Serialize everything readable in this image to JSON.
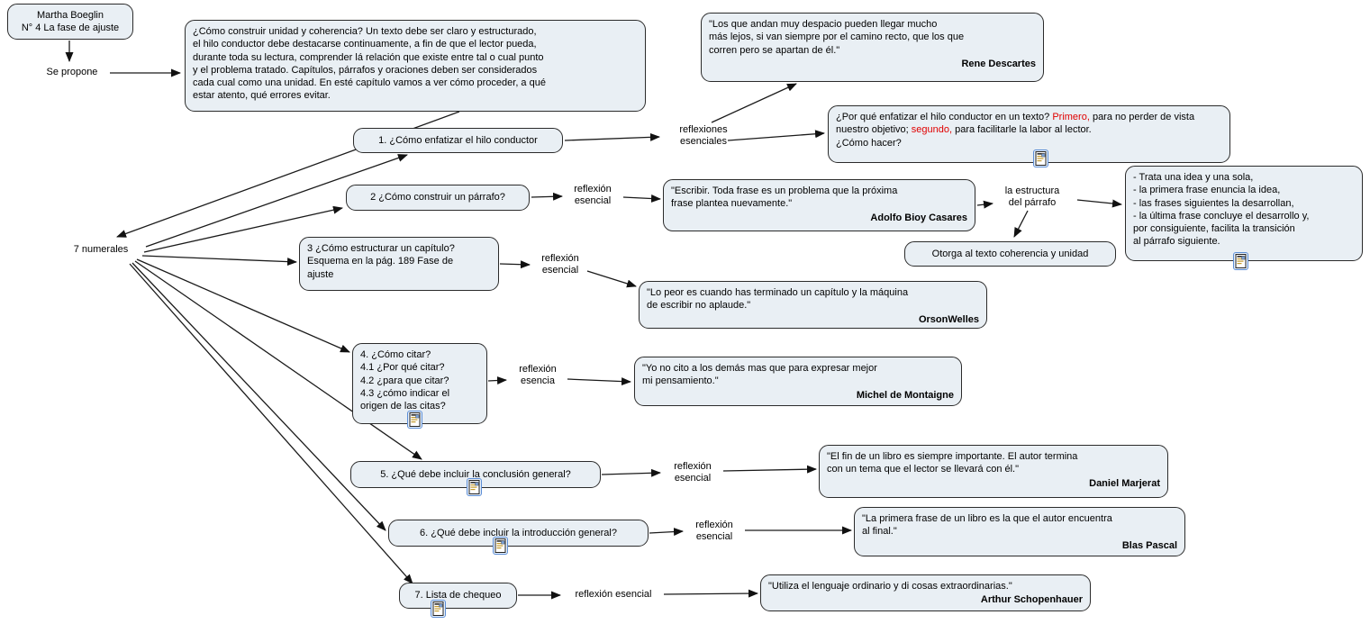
{
  "colors": {
    "box_fill": "#e9eff4",
    "box_border": "#2b2b2b",
    "red": "#e00000",
    "icon_frame": "#5c8ed6"
  },
  "title_box": {
    "text": "Martha Boeglin\nN° 4 La fase de ajuste"
  },
  "intro_box": {
    "text": "¿Cómo construir unidad y coherencia? Un texto debe ser claro y estructurado,\nel hilo conductor debe destacarse continuamente, a fin de que el lector pueda,\ndurante toda su lectura, comprender lá relación que existe entre tal o cual punto\ny el problema tratado. Capítulos, párrafos y oraciones deben ser considerados\ncada cual como una unidad. En esté capítulo vamos a ver cómo proceder, a qué\nestar atento, qué errores evitar."
  },
  "labels": {
    "se_propone": "Se propone",
    "numerales": "7 numerales",
    "reflexiones_esenciales": "reflexiones\nesenciales",
    "reflexion_2": "reflexión\nesencial",
    "estructura_parrafo": "la estructura\ndel párrafo",
    "reflexion_3": "reflexión\nesencial",
    "reflexion_4": "reflexión\nesencia",
    "reflexion_5": "reflexión\nesencial",
    "reflexion_6": "reflexión\nesencial",
    "reflexion_7": "reflexión esencial"
  },
  "nodes": {
    "n1": "1. ¿Cómo enfatizar el hilo conductor",
    "n2": "2 ¿Cómo construir un párrafo?",
    "n3": "3 ¿Cómo estructurar un capítulo?\nEsquema en la pág. 189 Fase de\najuste",
    "n4": "4. ¿Cómo citar?\n4.1 ¿Por qué citar?\n4.2 ¿para que citar?\n4.3 ¿cómo indicar el\norigen de las citas?",
    "n5": "5. ¿Qué debe incluir la conclusión general?",
    "n6": "6. ¿Qué debe incluir la introducción general?",
    "n7": "7. Lista de chequeo"
  },
  "emphasis_box": {
    "part1": "¿Por qué enfatizar el hilo conductor en un texto? ",
    "red1": "Primero,",
    "part2": " para no perder de vista nuestro objetivo; ",
    "red2": "segundo,",
    "part3": " para facilitarle la labor al lector.\n¿Cómo hacer?"
  },
  "structure_box": {
    "text": "- Trata una idea y una sola,\n- la primera frase enuncia la idea,\n- las frases siguientes la desarrollan,\n- la última frase concluye el desarrollo y,\npor consiguiente, facilita la transición\nal párrafo siguiente."
  },
  "otorga_box": {
    "text": "Otorga al texto coherencia y unidad"
  },
  "quotes": {
    "descartes": {
      "text": "\"Los que andan muy despacio pueden llegar mucho\nmás lejos, si van siempre por el camino recto, que los que\ncorren pero se apartan de él.\"",
      "author": "Rene Descartes"
    },
    "bioy": {
      "text": "\"Escribir. Toda frase es un problema que la próxima\nfrase plantea nuevamente.\"",
      "author": "Adolfo Bioy Casares"
    },
    "welles": {
      "text": "\"Lo peor es cuando has terminado un capítulo y la máquina\nde escribir no aplaude.\"",
      "author": "OrsonWelles"
    },
    "montaigne": {
      "text": "\"Yo no cito a los demás mas que para expresar mejor\nmi pensamiento.\"",
      "author": "Michel de Montaigne"
    },
    "marjerat": {
      "text": "\"El fin de un libro es siempre importante. El autor termina\ncon un tema que el lector se llevará con él.\"",
      "author": "Daniel Marjerat"
    },
    "pascal": {
      "text": "\"La primera frase de un libro es la que el autor encuentra\nal final.\"",
      "author": "Blas Pascal"
    },
    "schopenhauer": {
      "text": "\"Utiliza el lenguaje ordinario y di cosas extraordinarias.\"",
      "author": "Arthur Schopenhauer"
    }
  },
  "icons": {
    "resource": "resource-icon"
  }
}
